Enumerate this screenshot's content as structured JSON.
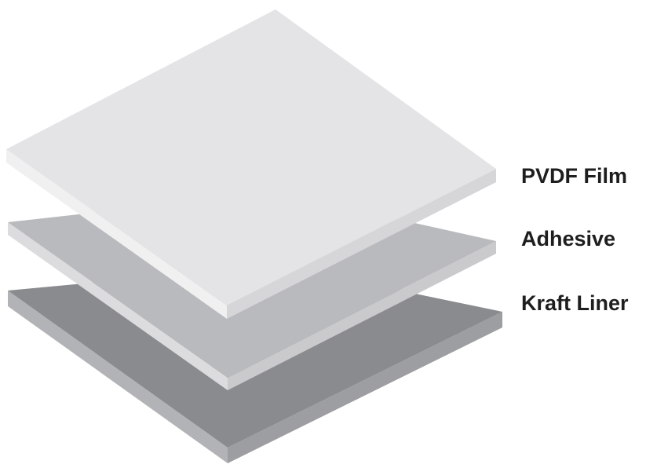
{
  "layers": [
    {
      "id": "pvdf-film",
      "label": "PVDF Film",
      "colors": {
        "top": "#e4e4e6",
        "left": "#f0f0f1",
        "right": "#d6d6d8"
      }
    },
    {
      "id": "adhesive",
      "label": "Adhesive",
      "colors": {
        "top": "#b9babd",
        "left": "#dcdcde",
        "right": "#cacacc"
      }
    },
    {
      "id": "kraft-liner",
      "label": "Kraft Liner",
      "colors": {
        "top": "#8a8b8e",
        "left": "#b2b3b6",
        "right": "#9d9ea1"
      }
    }
  ]
}
